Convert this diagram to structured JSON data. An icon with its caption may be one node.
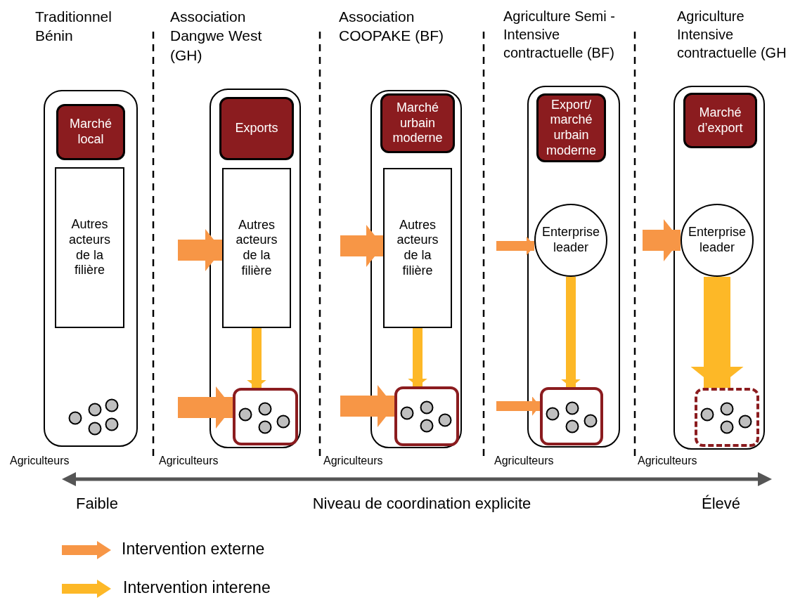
{
  "diagram": {
    "nodes": [
      {
        "text": [],
        "shape": "box"
      },
      {
        "text": [
          "Marché local"
        ],
        "in": 0
      },
      {
        "text": [
          "Autres acteurs de la filière"
        ],
        "in": 0
      },
      {
        "text": [],
        "shape": "box"
      },
      {
        "text": [
          "Exports"
        ],
        "in": 3
      },
      {
        "text": [
          "Autres acteurs de la filière"
        ],
        "in": 3
      },
      {
        "text": [],
        "shape": "box",
        "in": 3
      },
      {
        "text": [],
        "shape": "box"
      },
      {
        "text": [
          "Marché urbain moderne"
        ],
        "in": 7
      },
      {
        "text": [
          "Autres acteurs de la filière"
        ],
        "in": 7
      },
      {
        "text": [],
        "shape": "box",
        "in": 7
      },
      {
        "text": [],
        "shape": "box"
      },
      {
        "text": [
          "Export/ marché urbain moderne"
        ],
        "in": 11
      },
      {
        "text": [
          "Enterprise leader"
        ],
        "in": 11
      },
      {
        "text": [],
        "shape": "box",
        "in": 11
      },
      {
        "text": [],
        "shape": "box"
      },
      {
        "text": [
          "Marché d’export"
        ],
        "in": 15
      },
      {
        "text": [
          "Enterprise leader"
        ],
        "in": 15
      },
      {
        "text": [],
        "shape": "box",
        "in": 15
      }
    ],
    "edges": [
      {
        "from": null,
        "to": 5,
        "arrow": "to"
      },
      {
        "from": null,
        "to": 6,
        "arrow": "to"
      },
      {
        "from": 5,
        "to": 6,
        "arrow": "to",
        "color": "#fdb827"
      },
      {
        "from": null,
        "to": 9,
        "arrow": "to"
      },
      {
        "from": null,
        "to": 10,
        "arrow": "to"
      },
      {
        "from": 9,
        "to": 10,
        "arrow": "to",
        "color": "#fdb827"
      },
      {
        "from": null,
        "to": 13,
        "arrow": "to"
      },
      {
        "from": null,
        "to": 14,
        "arrow": "to"
      },
      {
        "from": 13,
        "to": 14,
        "arrow": "to",
        "color": "#fdb827"
      },
      {
        "from": null,
        "to": 17,
        "arrow": "to"
      },
      {
        "from": 17,
        "to": 18,
        "arrow": "to",
        "color": "#fdb827"
      }
    ],
    "labels": [
      "Traditionnel Bénin",
      "Association Dangwe West (GH)",
      "Association COOPAKE (BF)",
      "Agriculture Semi - Intensive contractuelle (BF)",
      "Agriculture Intensive contractuelle (GH",
      "Agriculteurs",
      "Agriculteurs",
      "Agriculteurs",
      "Agriculteurs",
      "Agriculteurs",
      "Faible",
      "Niveau de coordination explicite",
      "Élevé"
    ],
    "legend": [
      {
        "text": "Intervention externe",
        "color": "#f79646"
      },
      {
        "text": "Intervention interene",
        "color": "#fdb827"
      }
    ]
  }
}
